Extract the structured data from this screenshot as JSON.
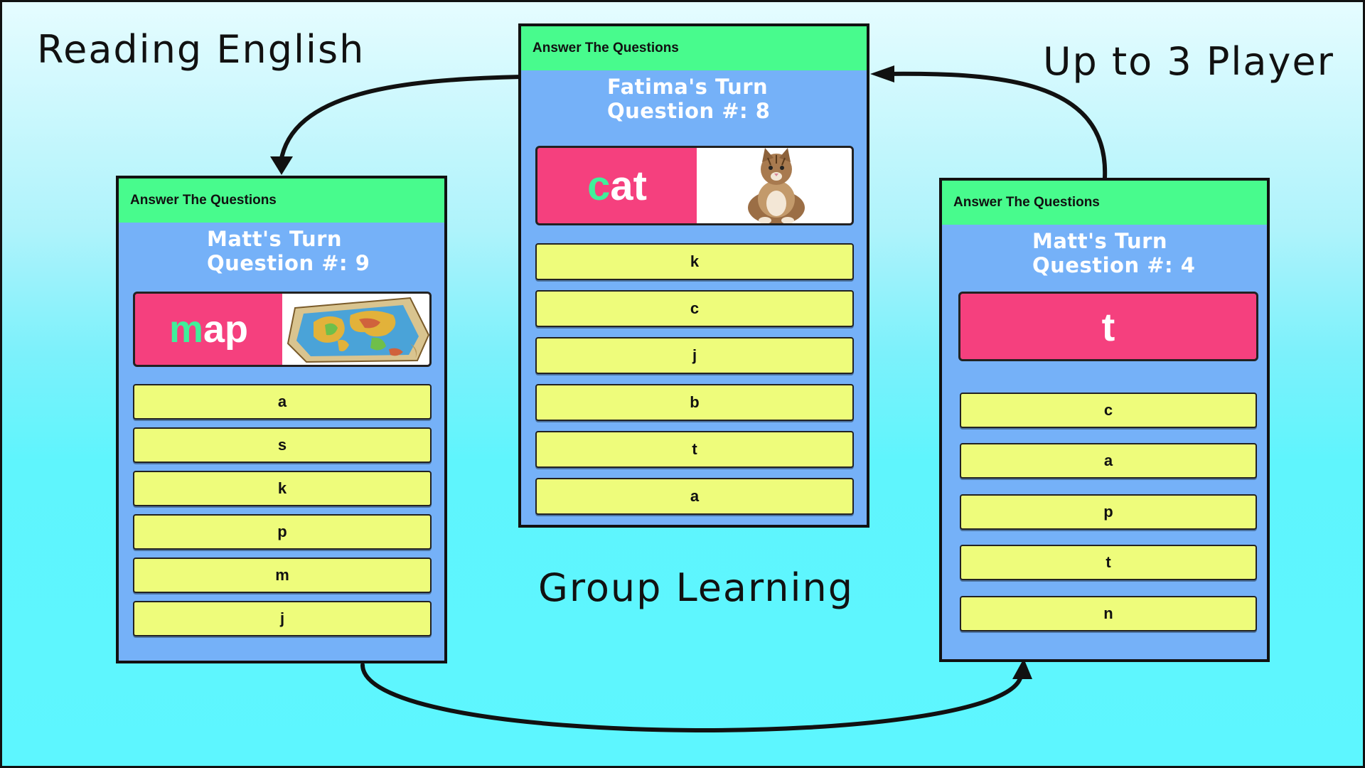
{
  "captions": {
    "top_left": "Reading English",
    "top_right": "Up to 3 Player",
    "bottom_center": "Group Learning"
  },
  "phones": [
    {
      "header": "Answer The Questions",
      "turn": "Matt's Turn",
      "question": "Question #: 9",
      "word_highlight": "m",
      "word_rest": "ap",
      "picture_icon": "world-map-picture",
      "answers": [
        "a",
        "s",
        "k",
        "p",
        "m",
        "j"
      ]
    },
    {
      "header": "Answer The Questions",
      "turn": "Fatima's Turn",
      "question": "Question #: 8",
      "word_highlight": "c",
      "word_rest": "at",
      "picture_icon": "kitten-picture",
      "answers": [
        "k",
        "c",
        "j",
        "b",
        "t",
        "a"
      ]
    },
    {
      "header": "Answer The Questions",
      "turn": "Matt's Turn",
      "question": "Question #: 4",
      "letter": "t",
      "answers": [
        "c",
        "a",
        "p",
        "t",
        "n"
      ]
    }
  ],
  "colors": {
    "header_green": "#48fb8d",
    "panel_blue": "#75b1f8",
    "card_pink": "#f5407e",
    "answer_yellow": "#eefc7b",
    "highlight_green": "#3ff09a"
  }
}
